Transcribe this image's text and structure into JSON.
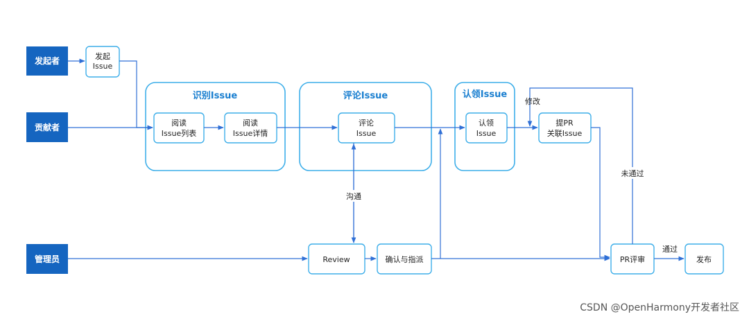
{
  "colors": {
    "role_fill": "#1565c0",
    "box_border": "#3daee9",
    "group_title": "#1a7fd0",
    "arrow": "#2f6fd6"
  },
  "roles": {
    "initiator": "发起者",
    "contributor": "贡献者",
    "admin": "管理员"
  },
  "nodes": {
    "raise_issue": [
      "发起",
      "Issue"
    ],
    "read_issue_list": [
      "阅读",
      "Issue列表"
    ],
    "read_issue_detail": [
      "阅读",
      "Issue详情"
    ],
    "comment_issue": [
      "评论",
      "Issue"
    ],
    "claim_issue": [
      "认领",
      "Issue"
    ],
    "submit_pr": [
      "提PR",
      "关联Issue"
    ],
    "review": [
      "Review"
    ],
    "confirm_assign": [
      "确认与指派"
    ],
    "pr_review": [
      "PR评审"
    ],
    "release": [
      "发布"
    ]
  },
  "groups": {
    "identify": "识别Issue",
    "comment": "评论Issue",
    "claim": "认领Issue"
  },
  "edge_labels": {
    "communicate": "沟通",
    "modify": "修改",
    "not_passed": "未通过",
    "passed": "通过"
  },
  "watermark": "CSDN @OpenHarmony开发者社区"
}
